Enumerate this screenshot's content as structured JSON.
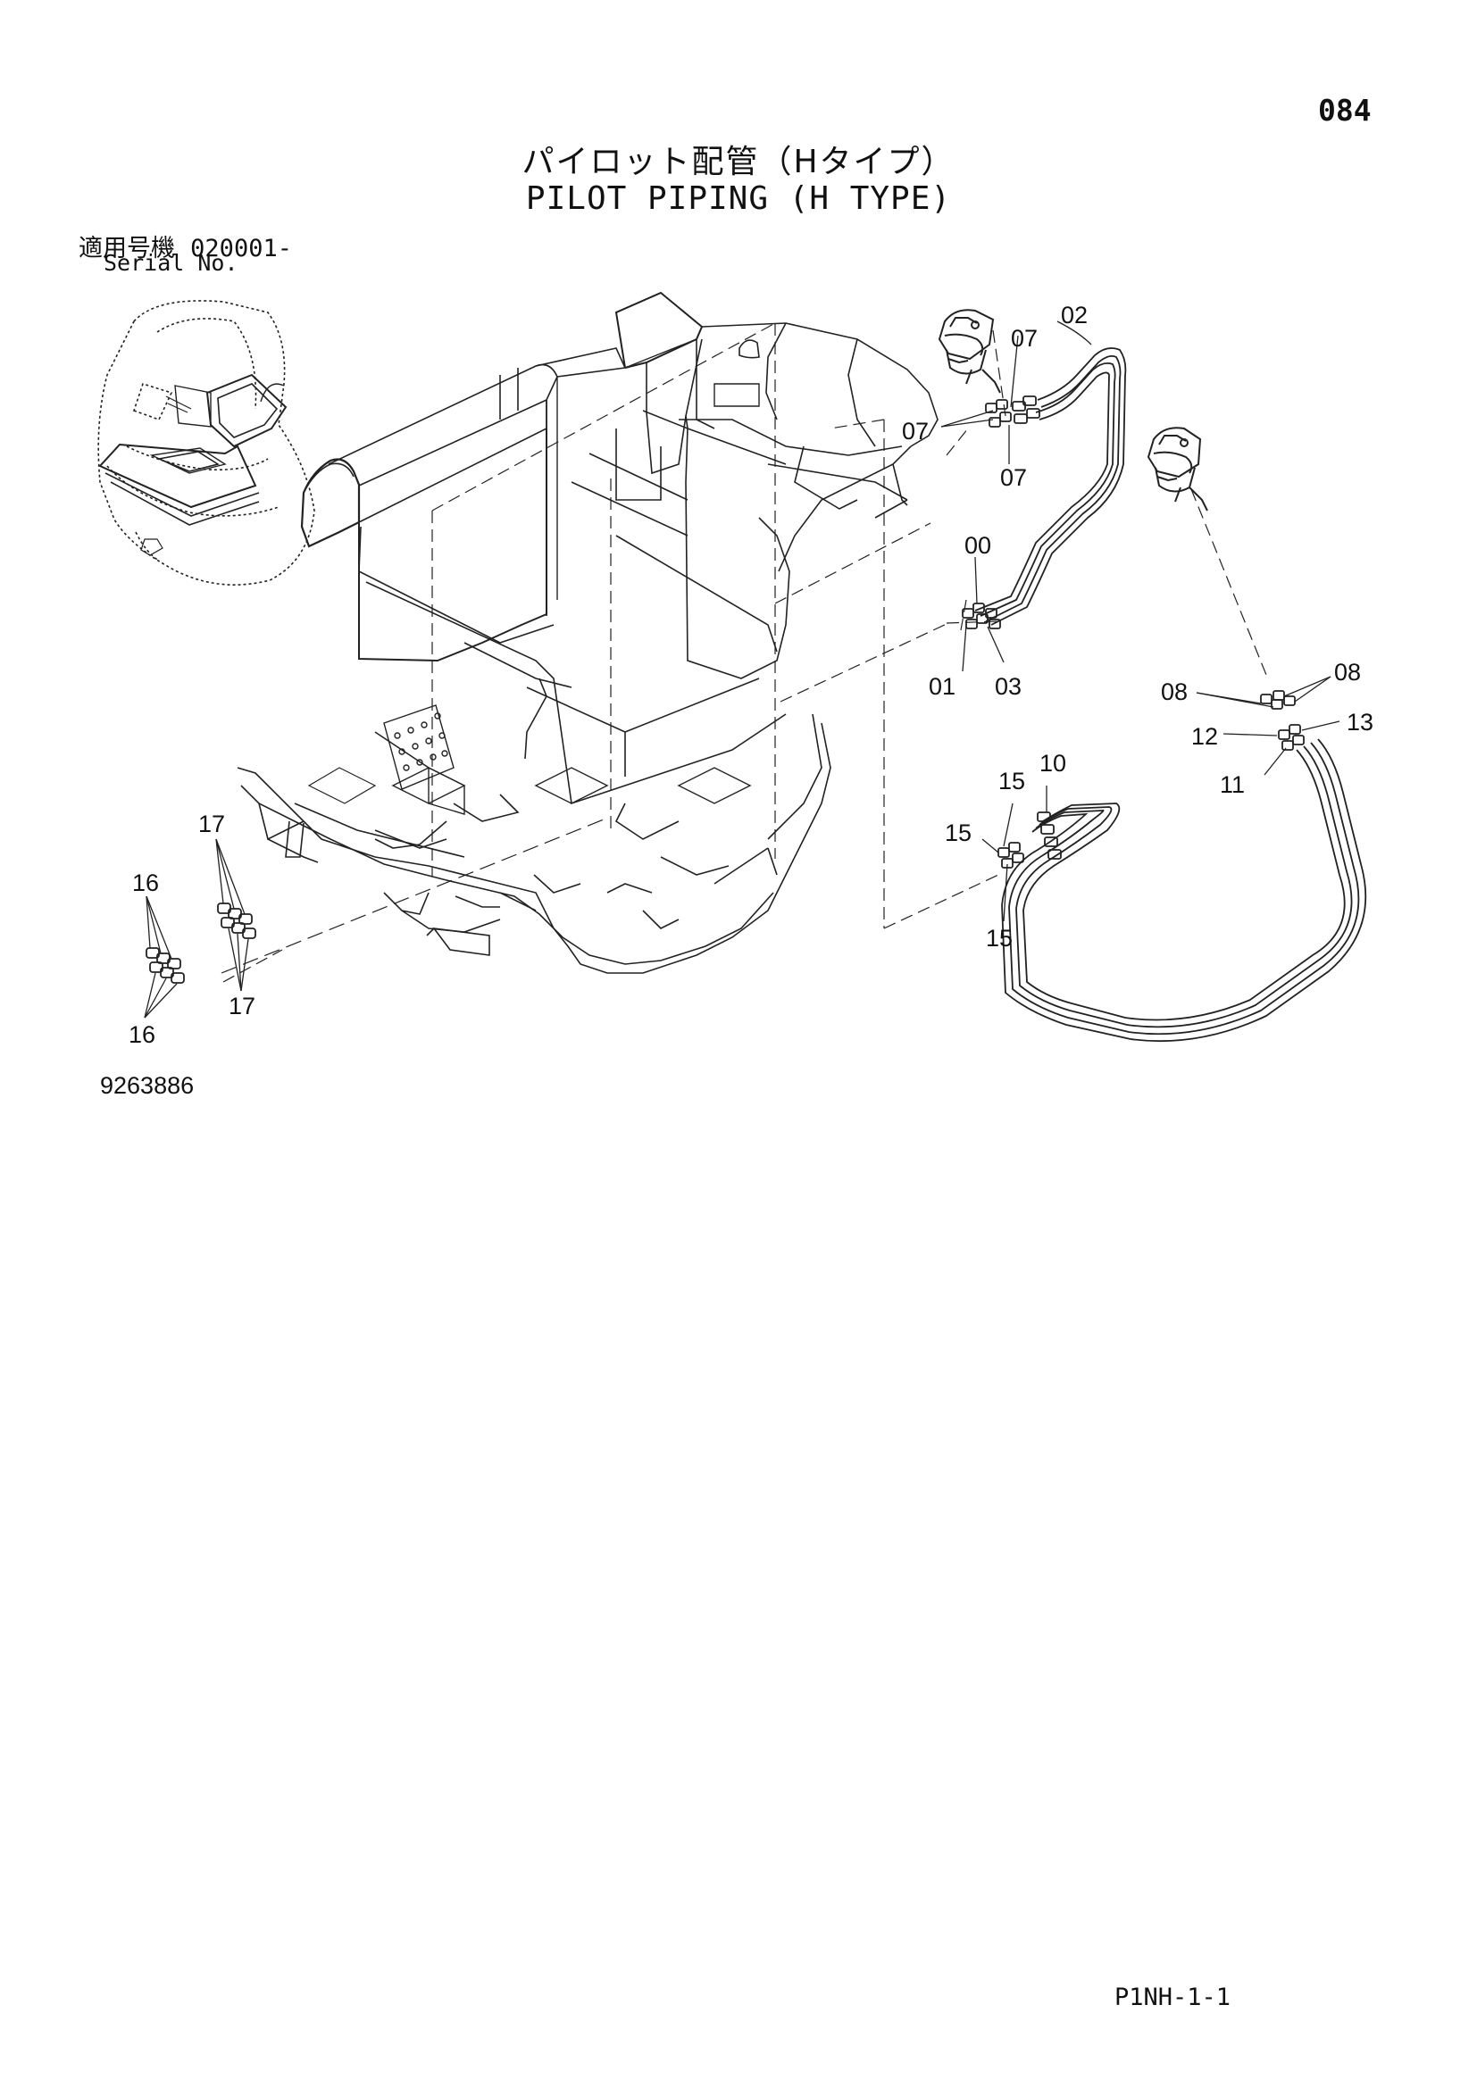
{
  "header": {
    "page_number": "084",
    "title_jp": "パイロット配管（Hタイプ）",
    "title_en": "PILOT PIPING (H TYPE)"
  },
  "serial": {
    "label_jp": "適用号機",
    "value": "020001-",
    "label_en": "Serial No."
  },
  "callouts": {
    "c00": "00",
    "c01": "01",
    "c02": "02",
    "c03": "03",
    "c07a": "07",
    "c07b": "07",
    "c07c": "07",
    "c08a": "08",
    "c08b": "08",
    "c10": "10",
    "c11": "11",
    "c12": "12",
    "c13": "13",
    "c15a": "15",
    "c15b": "15",
    "c15c": "15",
    "c16a": "16",
    "c16b": "16",
    "c17a": "17",
    "c17b": "17"
  },
  "footer": {
    "drawing_number": "9263886",
    "sheet_code": "P1NH-1-1"
  }
}
